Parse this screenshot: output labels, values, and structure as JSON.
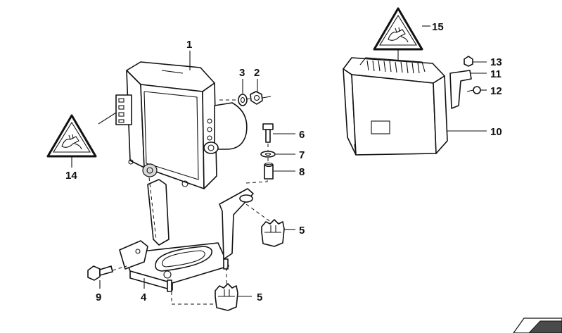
{
  "callouts": [
    {
      "id": "c1",
      "label": "1"
    },
    {
      "id": "c2",
      "label": "2"
    },
    {
      "id": "c3",
      "label": "3"
    },
    {
      "id": "c4",
      "label": "4"
    },
    {
      "id": "c5a",
      "label": "5"
    },
    {
      "id": "c5b",
      "label": "5"
    },
    {
      "id": "c6",
      "label": "6"
    },
    {
      "id": "c7",
      "label": "7"
    },
    {
      "id": "c8",
      "label": "8"
    },
    {
      "id": "c9",
      "label": "9"
    },
    {
      "id": "c10",
      "label": "10"
    },
    {
      "id": "c11",
      "label": "11"
    },
    {
      "id": "c12",
      "label": "12"
    },
    {
      "id": "c13",
      "label": "13"
    },
    {
      "id": "c14",
      "label": "14"
    },
    {
      "id": "c15",
      "label": "15"
    }
  ],
  "icons": {
    "warning_triangle": "electrostatic-warning-icon",
    "corner_mark": "folded-corner-icon"
  },
  "colors": {
    "line": "#111111",
    "background": "#ffffff",
    "shade": "#d9d9d9",
    "corner_fill": "#4a4a4a"
  }
}
